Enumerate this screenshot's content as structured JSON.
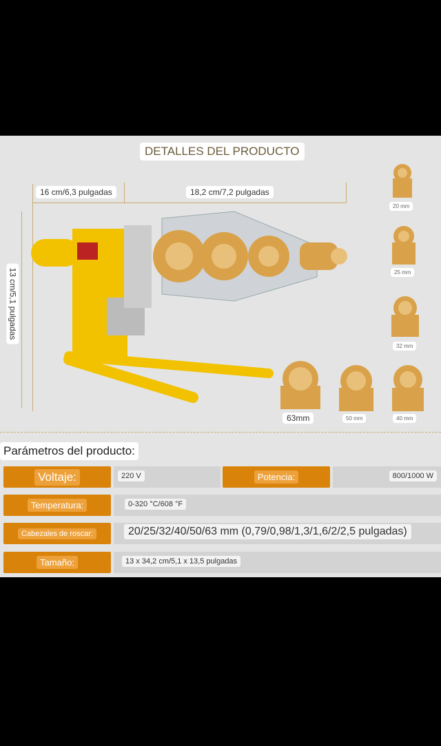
{
  "header": {
    "title": "DETALLES DEL PRODUCTO"
  },
  "dimensions": {
    "handle_length": "16 cm/6,3 pulgadas",
    "plate_length": "18,2 cm/7,2 pulgadas",
    "height": "13 cm/5,1 pulgadas"
  },
  "fittings": [
    {
      "label": "20 mm"
    },
    {
      "label": "25 mm"
    },
    {
      "label": "32 mm"
    },
    {
      "label": "63mm"
    },
    {
      "label": "50 mm"
    },
    {
      "label": "40 mm"
    }
  ],
  "params": {
    "title": "Parámetros del producto:",
    "rows": [
      {
        "label": "Voltaje:",
        "value": "220 V",
        "label2": "Potencia:",
        "value2": "800/1000 W"
      },
      {
        "label": "Temperatura:",
        "value": "0-320 °C/608 °F"
      },
      {
        "label": "Cabezales de roscar:",
        "value": "20/25/32/40/50/63 mm (0,79/0,98/1,3/1,6/2/2,5 pulgadas)"
      },
      {
        "label": "Tamaño:",
        "value": "13 x 34,2 cm/5,1 x 13,5 pulgadas"
      }
    ]
  },
  "colors": {
    "accent": "#d9830a",
    "tool": "#f2c200",
    "fitting": "#d9a24a"
  }
}
